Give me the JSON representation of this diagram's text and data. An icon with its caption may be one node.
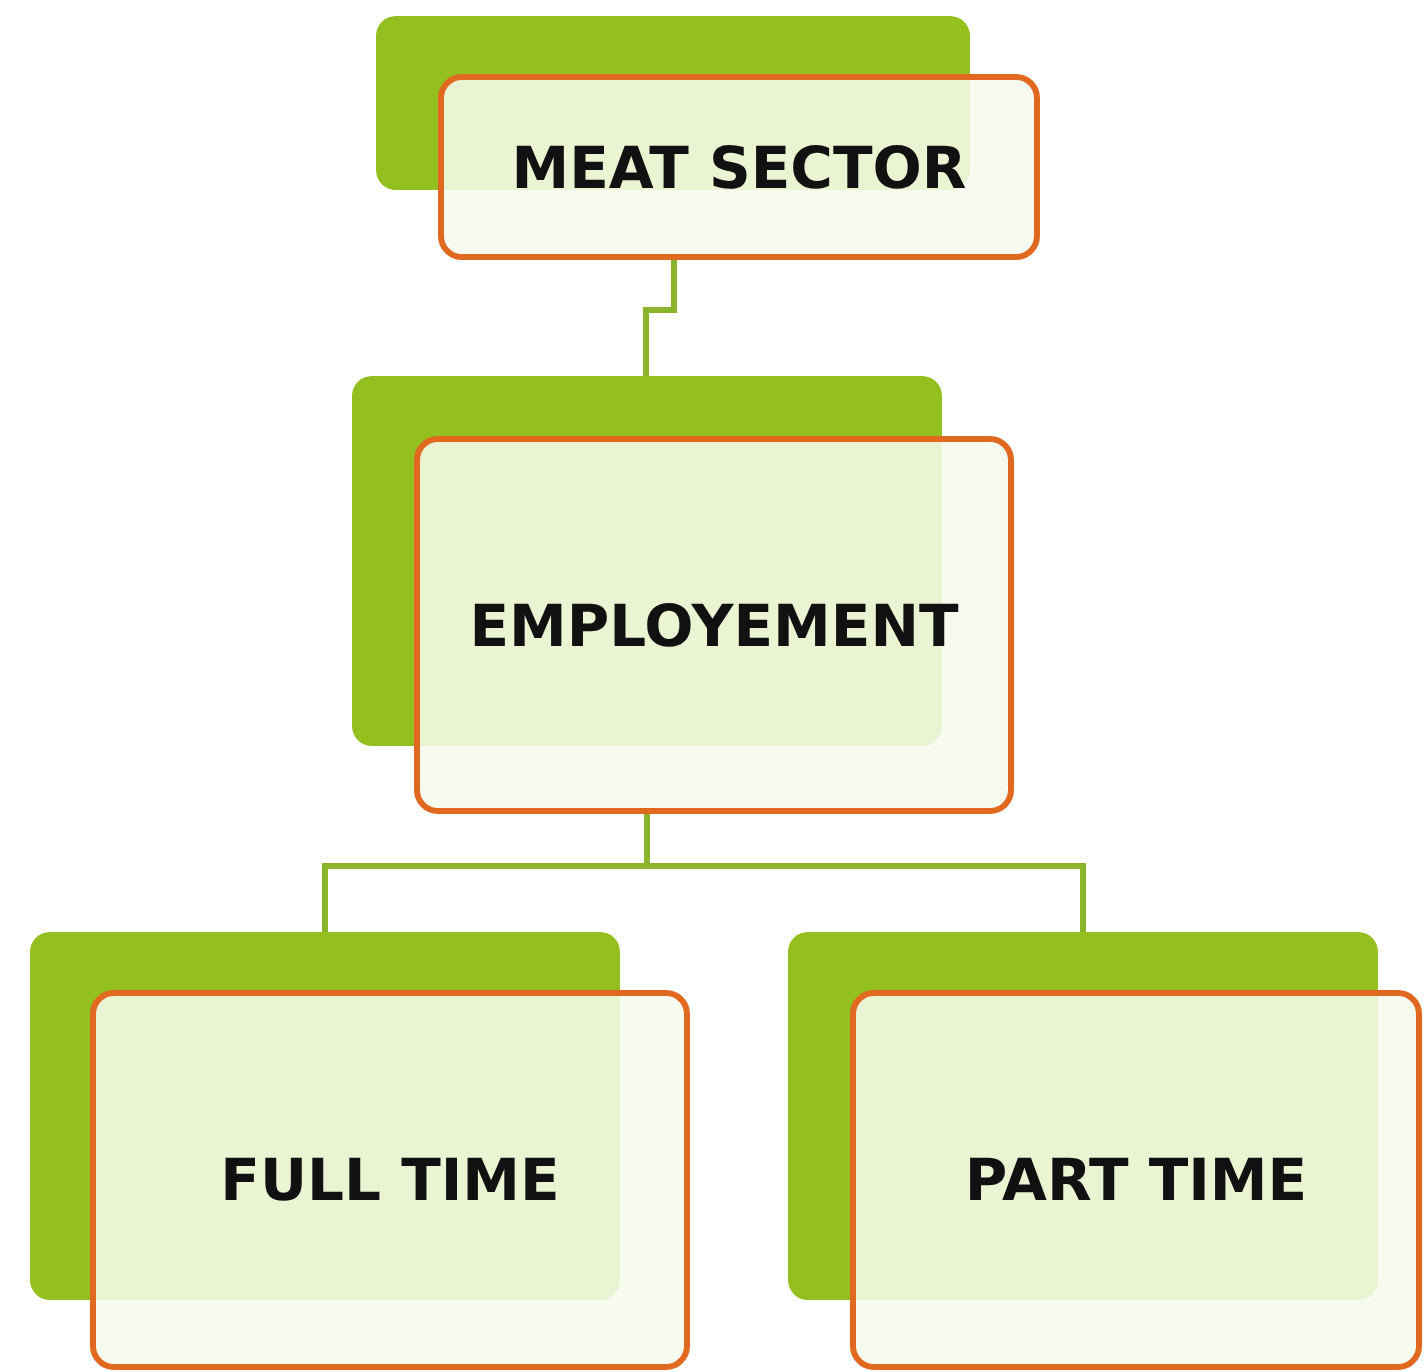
{
  "diagram": {
    "nodes": [
      {
        "text": [
          "MEAT SECTOR"
        ]
      },
      {
        "text": [
          "EMPLOYEMENT"
        ]
      },
      {
        "text": [
          "FULL TIME"
        ]
      },
      {
        "text": [
          "PART TIME"
        ]
      }
    ],
    "edges": [
      {
        "from": 0,
        "to": 1,
        "arrow": "none"
      },
      {
        "from": 1,
        "to": 2,
        "arrow": "none"
      },
      {
        "from": 1,
        "to": 3,
        "arrow": "none"
      }
    ]
  }
}
